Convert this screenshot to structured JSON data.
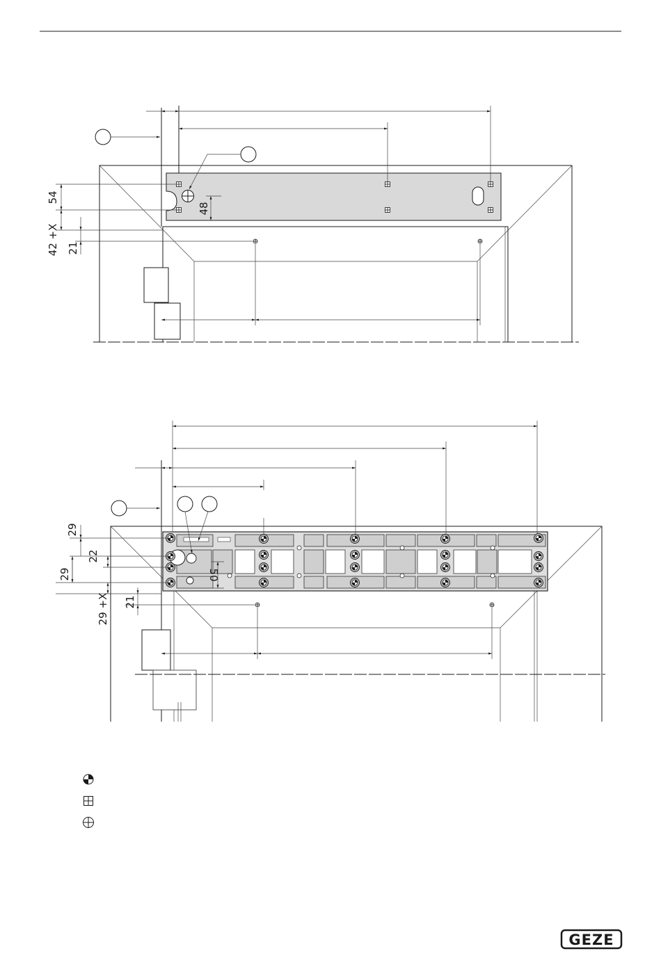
{
  "diagram_top": {
    "dimensions": {
      "d54": "54",
      "d48": "48",
      "d42x": "42 +X",
      "d21": "21"
    }
  },
  "diagram_bottom": {
    "dimensions": {
      "d29a": "29",
      "d22": "22",
      "d29b": "29",
      "d50": "50",
      "d21": "21",
      "d29x": "29 +X"
    }
  },
  "legend": {
    "icons": [
      "quartered-circle-icon",
      "square-cross-icon",
      "circle-cross-icon"
    ]
  },
  "brand": {
    "logo": "GEZE"
  }
}
